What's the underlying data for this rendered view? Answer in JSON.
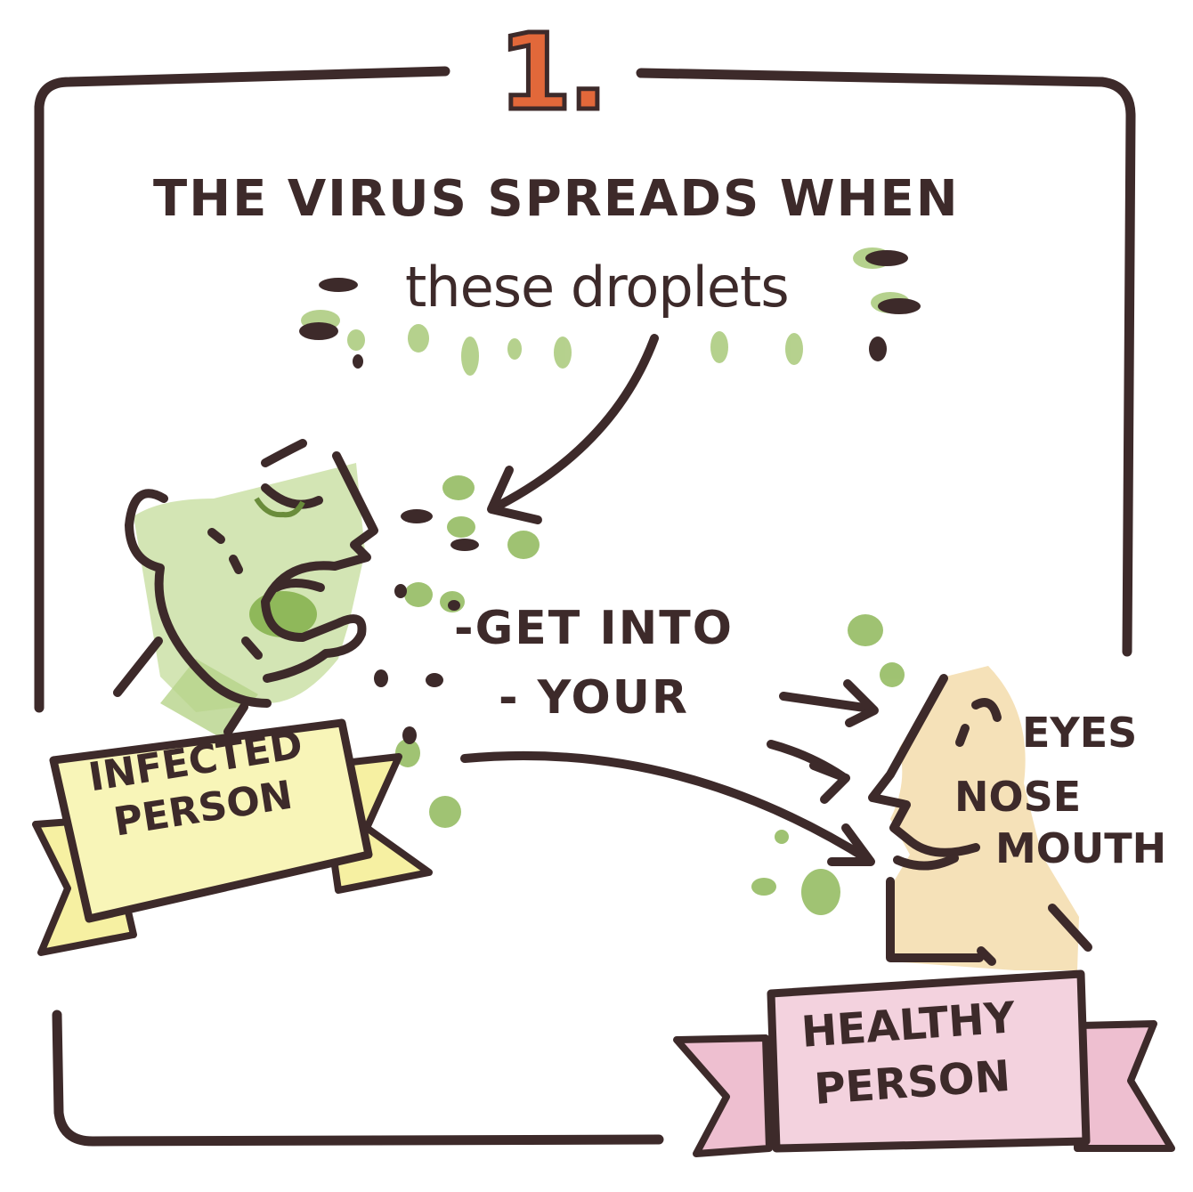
{
  "step_number": "1.",
  "headline": "THE VIRUS SPREADS WHEN",
  "droplets_label": "these droplets",
  "get_into_label": "-GET INTO",
  "your_label": "- YOUR",
  "entry_points": {
    "eyes": "EYES",
    "nose": "NOSE",
    "mouth": "MOUTH"
  },
  "infected_banner": {
    "line1": "INFECTED",
    "line2": "PERSON"
  },
  "healthy_banner": {
    "line1": "HEALTHY",
    "line2": "PERSON"
  },
  "colors": {
    "ink": "#3d2a2a",
    "droplet_green": "#8fb85a",
    "infected_skin": "#b7d38a",
    "healthy_skin": "#f3dcab",
    "infected_banner": "#f6f0a2",
    "healthy_banner": "#eebfd0",
    "step_number": "#e2683a"
  },
  "icons": [
    "sneezing-infected-person-icon",
    "healthy-person-face-icon",
    "droplet-icon",
    "arrow-icon",
    "ribbon-banner-icon"
  ]
}
